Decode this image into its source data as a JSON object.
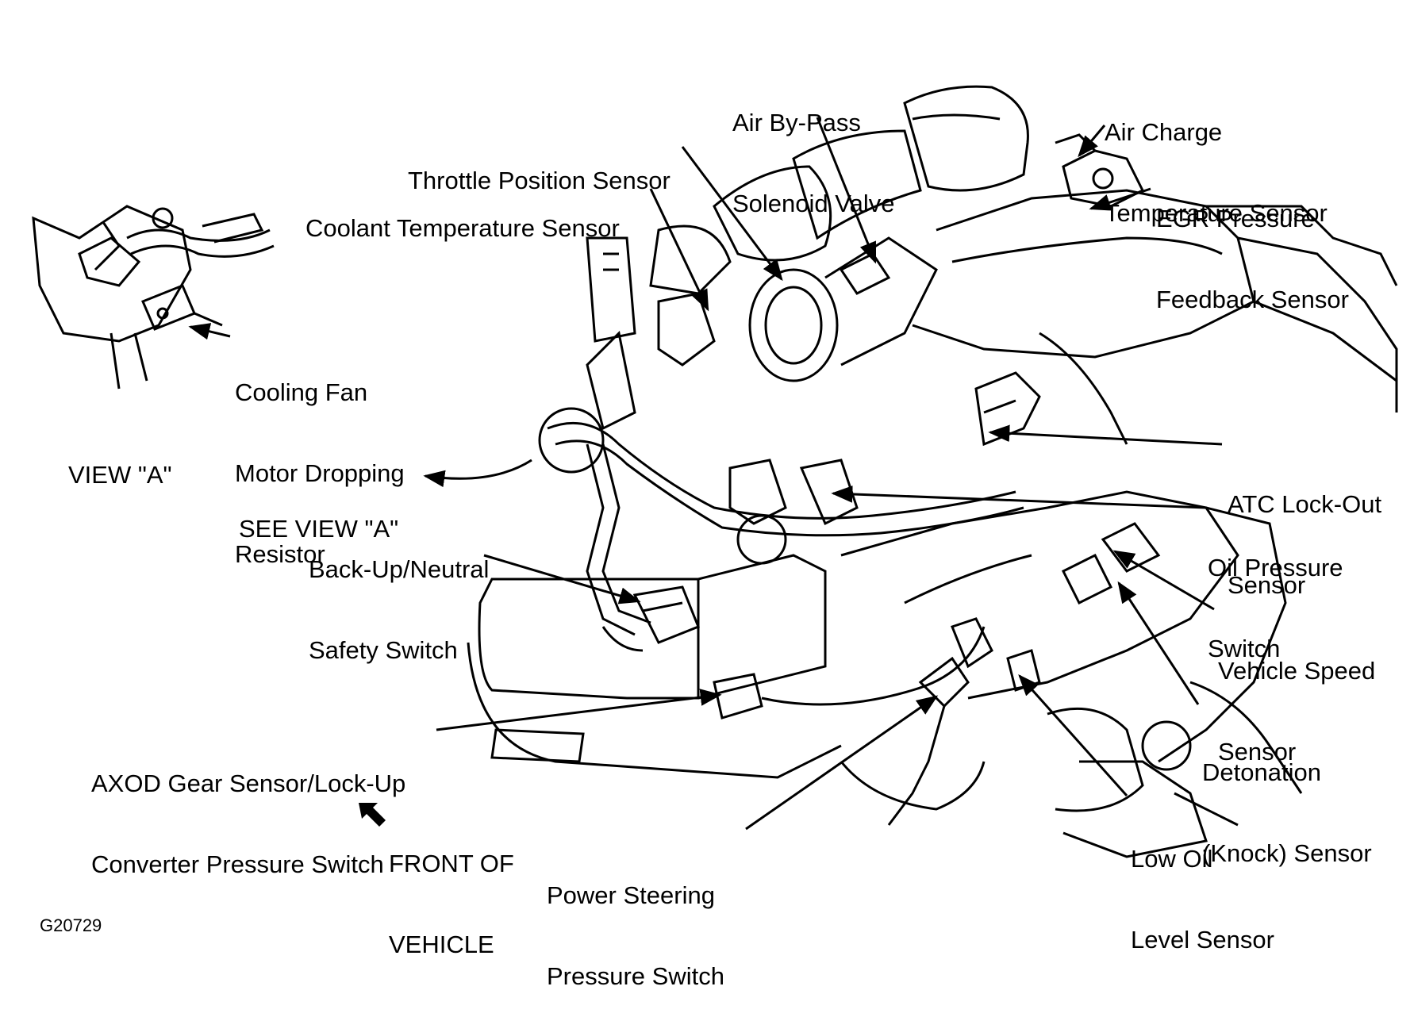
{
  "labels": {
    "air_bypass": [
      "Air By-Pass",
      "Solenoid Valve"
    ],
    "air_charge": [
      "Air Charge",
      "Temperature Sensor"
    ],
    "throttle": [
      "Throttle Position Sensor"
    ],
    "coolant": [
      "Coolant Temperature Sensor"
    ],
    "egr": [
      "EGR Pressure",
      "Feedback Sensor"
    ],
    "cooling_fan": [
      "Cooling Fan",
      "Motor Dropping",
      "Resistor"
    ],
    "view_a": [
      "VIEW \"A\""
    ],
    "see_view_a": [
      "SEE VIEW \"A\""
    ],
    "atc": [
      "ATC Lock-Out",
      "Sensor"
    ],
    "oil_pressure": [
      "Oil Pressure",
      "Switch"
    ],
    "backup": [
      "Back-Up/Neutral",
      "Safety Switch"
    ],
    "vehicle_speed": [
      "Vehicle Speed",
      "Sensor"
    ],
    "detonation": [
      "Detonation",
      "(Knock) Sensor"
    ],
    "axod": [
      "AXOD Gear Sensor/Lock-Up",
      "Converter Pressure Switch"
    ],
    "front": [
      "FRONT OF",
      "VEHICLE"
    ],
    "low_oil": [
      "Low Oil",
      "Level Sensor"
    ],
    "power_steering": [
      "Power Steering",
      "Pressure Switch"
    ],
    "figure_id": [
      "G20729"
    ]
  }
}
